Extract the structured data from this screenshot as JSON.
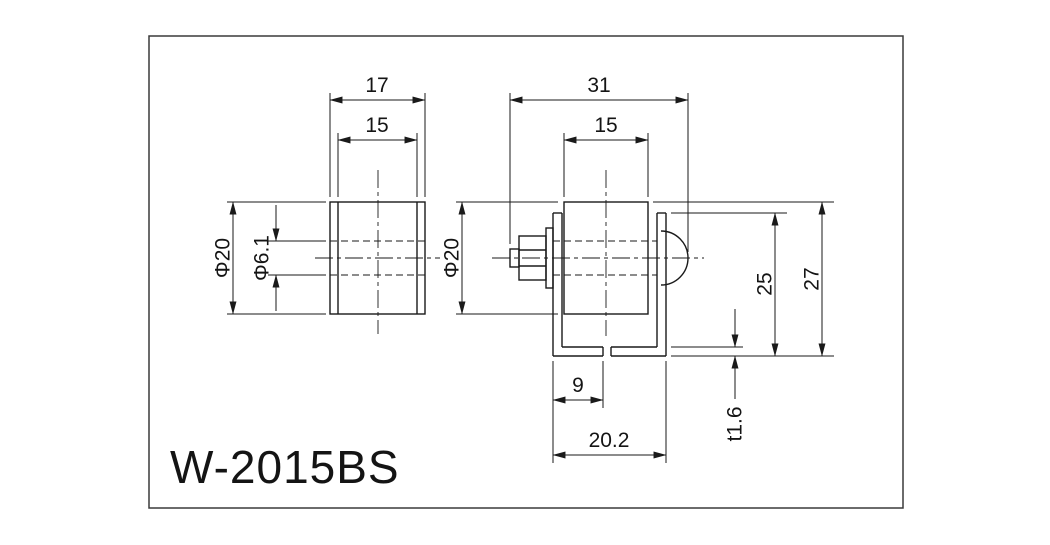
{
  "drawing": {
    "title": "W-2015BS",
    "colors": {
      "line": "#1a1a1a",
      "background": "#ffffff"
    },
    "left_view": {
      "width_outer": "17",
      "width_face": "15",
      "dia_outer": "Φ20",
      "dia_bore": "Φ6.1"
    },
    "right_view": {
      "width_overall": "31",
      "width_roller": "15",
      "dia_outer": "Φ20",
      "height_bracket": "25",
      "height_overall": "27",
      "flange_width": "9",
      "base_width": "20.2",
      "thickness": "t1.6"
    }
  }
}
